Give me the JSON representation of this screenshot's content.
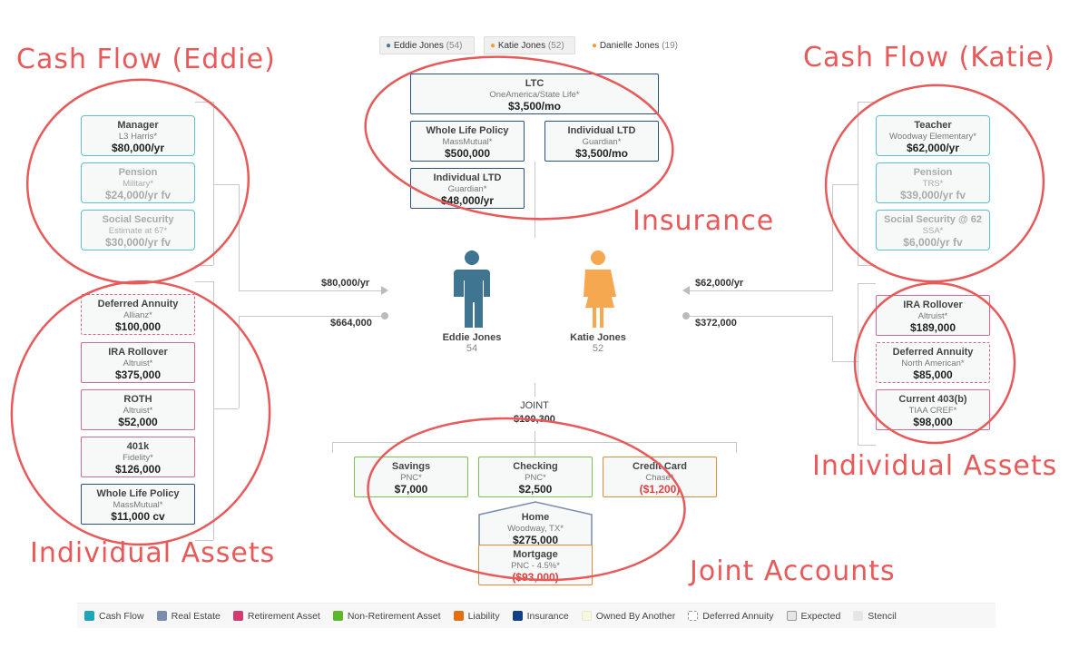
{
  "tabs": [
    {
      "name": "Eddie Jones",
      "age": "(54)"
    },
    {
      "name": "Katie Jones",
      "age": "(52)"
    },
    {
      "name": "Danielle Jones",
      "age": "(19)"
    }
  ],
  "eddie": {
    "cashflow": [
      {
        "t": "Manager",
        "s": "L3 Harris*",
        "v": "$80,000/yr"
      },
      {
        "t": "Pension",
        "s": "Military*",
        "v": "$24,000/yr  fv"
      },
      {
        "t": "Social Security",
        "s": "Estimate at 67*",
        "v": "$30,000/yr  fv"
      }
    ],
    "assets": [
      {
        "t": "Deferred Annuity",
        "s": "Allianz*",
        "v": "$100,000"
      },
      {
        "t": "IRA Rollover",
        "s": "Altruist*",
        "v": "$375,000"
      },
      {
        "t": "ROTH",
        "s": "Altruist*",
        "v": "$52,000"
      },
      {
        "t": "401k",
        "s": "Fidelity*",
        "v": "$126,000"
      },
      {
        "t": "Whole Life Policy",
        "s": "MassMutual*",
        "v": "$11,000 cv"
      }
    ],
    "income": "$80,000/yr",
    "total": "$664,000",
    "name": "Eddie Jones",
    "age": "54"
  },
  "katie": {
    "cashflow": [
      {
        "t": "Teacher",
        "s": "Woodway Elementary*",
        "v": "$62,000/yr"
      },
      {
        "t": "Pension",
        "s": "TRS*",
        "v": "$39,000/yr  fv"
      },
      {
        "t": "Social Security @ 62",
        "s": "SSA*",
        "v": "$6,000/yr  fv"
      }
    ],
    "assets": [
      {
        "t": "IRA Rollover",
        "s": "Altruist*",
        "v": "$189,000"
      },
      {
        "t": "Deferred Annuity",
        "s": "North American*",
        "v": "$85,000"
      },
      {
        "t": "Current 403(b)",
        "s": "TIAA CREF*",
        "v": "$98,000"
      }
    ],
    "income": "$62,000/yr",
    "total": "$372,000",
    "name": "Katie Jones",
    "age": "52"
  },
  "insurance": [
    {
      "t": "LTC",
      "s": "OneAmerica/State Life*",
      "v": "$3,500/mo"
    },
    {
      "t": "Whole Life Policy",
      "s": "MassMutual*",
      "v": "$500,000"
    },
    {
      "t": "Individual LTD",
      "s": "Guardian*",
      "v": "$3,500/mo"
    },
    {
      "t": "Individual LTD",
      "s": "Guardian*",
      "v": "$48,000/yr"
    }
  ],
  "joint": {
    "label": "JOINT",
    "total": "$190,300",
    "accounts": [
      {
        "t": "Savings",
        "s": "PNC*",
        "v": "$7,000"
      },
      {
        "t": "Checking",
        "s": "PNC*",
        "v": "$2,500"
      },
      {
        "t": "Credit Card",
        "s": "Chase*",
        "v": "($1,200)"
      },
      {
        "t": "Home",
        "s": "Woodway, TX*",
        "v": "$275,000"
      },
      {
        "t": "Mortgage",
        "s": "PNC - 4.5%*",
        "v": "($93,000)"
      }
    ]
  },
  "legend": [
    {
      "label": "Cash Flow",
      "color": "#1fa5b8"
    },
    {
      "label": "Real Estate",
      "color": "#7a8cab"
    },
    {
      "label": "Retirement Asset",
      "color": "#d63a72"
    },
    {
      "label": "Non-Retirement Asset",
      "color": "#5cb82a"
    },
    {
      "label": "Liability",
      "color": "#e07010"
    },
    {
      "label": "Insurance",
      "color": "#123f85"
    },
    {
      "label": "Owned By Another",
      "color": "#f8f8e0"
    },
    {
      "label": "Deferred Annuity",
      "color": "#ffffff"
    },
    {
      "label": "Expected",
      "color": "#e6e6e6"
    },
    {
      "label": "Stencil",
      "color": "#e6e6e6"
    }
  ],
  "annotations": {
    "cf_eddie": "Cash Flow (Eddie)",
    "cf_katie": "Cash Flow (Katie)",
    "insurance": "Insurance",
    "ia_left": "Individual Assets",
    "ia_right": "Individual Assets",
    "joint": "Joint Accounts"
  }
}
